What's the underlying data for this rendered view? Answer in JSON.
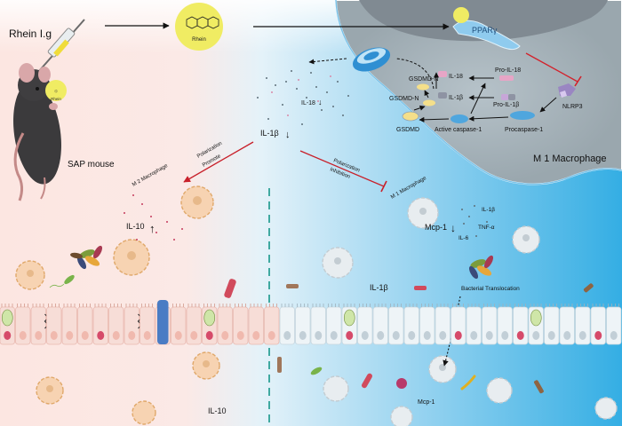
{
  "drug": {
    "route_label": "Rhein  I.g",
    "name_label": "Rhein",
    "mouse_tag_label": "Rhein"
  },
  "model_label": "SAP mouse",
  "macrophage_label": "M 1 Macrophage",
  "receptor_label": "PPARγ",
  "pathway": {
    "il18": "IL-18",
    "il1b": "IL-1β",
    "pro_il18": "Pro-IL-18",
    "pro_il1b": "Pro-IL-1β",
    "nlrp3": "NLRP3",
    "gsdmd_n_top": "GSDMD-N",
    "gsdmd_n_mid": "GSDMD-N",
    "gsdmd": "GSDMD",
    "active_caspase": "Active caspase-1",
    "procaspase": "Procaspase-1"
  },
  "released": {
    "il18": "IL-18",
    "il1b": "IL-1β",
    "il18_arrow": "↓",
    "il1b_arrow": "↓"
  },
  "m2_branch": {
    "polarization": "Polarization",
    "effect": "Promote",
    "target": "M 2 Macrophage",
    "cytokine": "IL-10",
    "cytokine_arrow": "↑"
  },
  "m1_branch": {
    "polarization": "Polarization",
    "effect": "Inhibition",
    "target": "M 1 Macrophage",
    "mcp1": "Mcp-1",
    "mcp1_arrow": "↓",
    "il1b": "IL-1β",
    "tnf": "TNF-α",
    "il6": "IL-6"
  },
  "gut": {
    "il1b": "IL-1β",
    "translocation": "Bacterial Translocation",
    "mcp1": "Mcp-1",
    "il10": "IL-10"
  },
  "colors": {
    "left_bg": "#fbe4df",
    "right_bg": "#3fb3e6",
    "cell_fill": "#a9b6bd",
    "rhein_yellow": "#f0ec63",
    "inhibit_red": "#d3212b",
    "membrane": "#5aa4d8",
    "dashed_divider": "#3fa9a0"
  }
}
